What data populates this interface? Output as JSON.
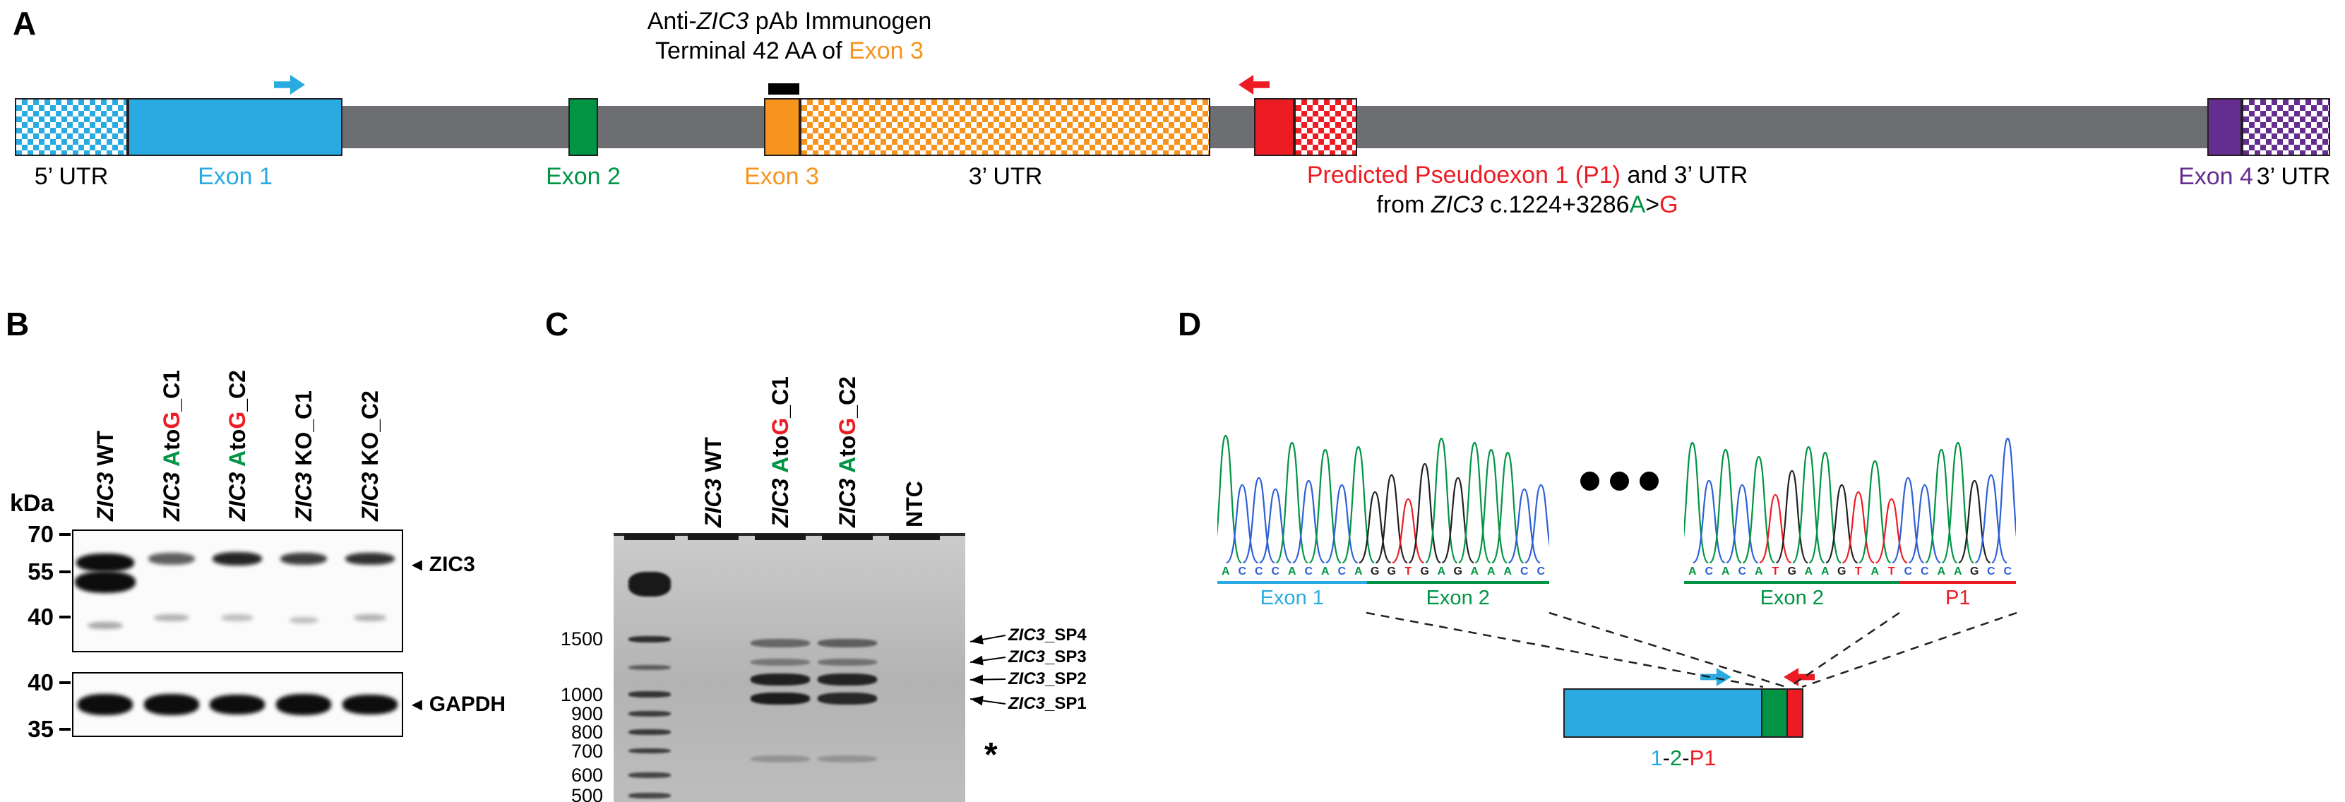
{
  "colors": {
    "blue": "#29ABE2",
    "green": "#009444",
    "orange": "#F7941E",
    "red": "#ED1C24",
    "purple": "#662D91",
    "backbone_gray": "#6D6E71",
    "base_A": "#009444",
    "base_C": "#2E5FD8",
    "base_G": "#231F20",
    "base_T": "#ED1C24"
  },
  "panelA": {
    "label": "A",
    "title_line1": [
      {
        "t": "Anti-"
      },
      {
        "t": "ZIC3",
        "i": true
      },
      {
        "t": " pAb Immunogen"
      }
    ],
    "title_line2": [
      {
        "t": "Terminal 42 AA of "
      },
      {
        "t": "Exon 3",
        "c": "#F7941E"
      }
    ],
    "boxes": {
      "utr5": "5’ UTR",
      "exon1": "Exon 1",
      "exon2": "Exon 2",
      "exon3": "Exon 3",
      "utr3": "3’ UTR",
      "exon4": "Exon 4",
      "utr3b": "3’ UTR"
    },
    "pseudo_line1": [
      {
        "t": "Predicted Pseudoexon 1 (P1)",
        "c": "#ED1C24"
      },
      {
        "t": " and 3’ UTR"
      }
    ],
    "pseudo_line2": [
      {
        "t": "from "
      },
      {
        "t": "ZIC3",
        "i": true
      },
      {
        "t": " c.1224+3286"
      },
      {
        "t": "A",
        "c": "#009444"
      },
      {
        "t": ">"
      },
      {
        "t": "G",
        "c": "#ED1C24"
      }
    ]
  },
  "panelB": {
    "label": "B",
    "kda": "kDa",
    "arrow": "◄",
    "lanes": [
      [
        {
          "t": "ZIC3",
          "i": true
        },
        {
          "t": " WT"
        }
      ],
      [
        {
          "t": "ZIC3",
          "i": true
        },
        {
          "t": " "
        },
        {
          "t": "A",
          "c": "#009444"
        },
        {
          "t": "to"
        },
        {
          "t": "G",
          "c": "#ED1C24"
        },
        {
          "t": "_C1"
        }
      ],
      [
        {
          "t": "ZIC3",
          "i": true
        },
        {
          "t": " "
        },
        {
          "t": "A",
          "c": "#009444"
        },
        {
          "t": "to"
        },
        {
          "t": "G",
          "c": "#ED1C24"
        },
        {
          "t": "_C2"
        }
      ],
      [
        {
          "t": "ZIC3",
          "i": true
        },
        {
          "t": " KO_C1"
        }
      ],
      [
        {
          "t": "ZIC3",
          "i": true
        },
        {
          "t": " KO_C2"
        }
      ]
    ],
    "blot1_markers": [
      "70",
      "55",
      "40"
    ],
    "blot2_markers": [
      "40",
      "35"
    ],
    "blot1_target": "ZIC3",
    "blot2_target": "GAPDH",
    "blot1_bands": [
      {
        "lane": 0,
        "fy": 0.27,
        "fw": 1.0,
        "fh": 0.15,
        "op": 1
      },
      {
        "lane": 0,
        "fy": 0.43,
        "fw": 1.05,
        "fh": 0.18,
        "op": 1
      },
      {
        "lane": 1,
        "fy": 0.24,
        "fw": 0.8,
        "fh": 0.1,
        "op": 0.65
      },
      {
        "lane": 2,
        "fy": 0.24,
        "fw": 0.85,
        "fh": 0.11,
        "op": 0.9
      },
      {
        "lane": 3,
        "fy": 0.24,
        "fw": 0.8,
        "fh": 0.1,
        "op": 0.8
      },
      {
        "lane": 4,
        "fy": 0.24,
        "fw": 0.85,
        "fh": 0.1,
        "op": 0.85
      },
      {
        "lane": 0,
        "fy": 0.78,
        "fw": 0.6,
        "fh": 0.06,
        "op": 0.35
      },
      {
        "lane": 1,
        "fy": 0.72,
        "fw": 0.6,
        "fh": 0.06,
        "op": 0.3
      },
      {
        "lane": 2,
        "fy": 0.72,
        "fw": 0.55,
        "fh": 0.06,
        "op": 0.25
      },
      {
        "lane": 3,
        "fy": 0.74,
        "fw": 0.5,
        "fh": 0.05,
        "op": 0.25
      },
      {
        "lane": 4,
        "fy": 0.72,
        "fw": 0.55,
        "fh": 0.06,
        "op": 0.3
      }
    ],
    "blot2_bands": [
      {
        "lane": 0,
        "fy": 0.5,
        "fw": 0.95,
        "fh": 0.32,
        "op": 1
      },
      {
        "lane": 1,
        "fy": 0.5,
        "fw": 0.95,
        "fh": 0.32,
        "op": 1
      },
      {
        "lane": 2,
        "fy": 0.5,
        "fw": 0.95,
        "fh": 0.3,
        "op": 1
      },
      {
        "lane": 3,
        "fy": 0.5,
        "fw": 0.95,
        "fh": 0.32,
        "op": 1
      },
      {
        "lane": 4,
        "fy": 0.5,
        "fw": 0.95,
        "fh": 0.3,
        "op": 1
      }
    ]
  },
  "panelC": {
    "label": "C",
    "lanes": [
      [
        {
          "t": "ZIC3",
          "i": true
        },
        {
          "t": " WT"
        }
      ],
      [
        {
          "t": "ZIC3",
          "i": true
        },
        {
          "t": " "
        },
        {
          "t": "A",
          "c": "#009444"
        },
        {
          "t": "to"
        },
        {
          "t": "G",
          "c": "#ED1C24"
        },
        {
          "t": "_C1"
        }
      ],
      [
        {
          "t": "ZIC3",
          "i": true
        },
        {
          "t": " "
        },
        {
          "t": "A",
          "c": "#009444"
        },
        {
          "t": "to"
        },
        {
          "t": "G",
          "c": "#ED1C24"
        },
        {
          "t": "_C2"
        }
      ],
      [
        {
          "t": "NTC"
        }
      ]
    ],
    "ladder_bands": [
      {
        "label": "",
        "fy": 0.19,
        "fh": 0.09,
        "op": 0.97
      },
      {
        "label": "1500",
        "fy": 0.395,
        "fh": 0.024,
        "op": 0.85
      },
      {
        "label": "",
        "fy": 0.5,
        "fh": 0.02,
        "op": 0.55
      },
      {
        "label": "1000",
        "fy": 0.6,
        "fh": 0.022,
        "op": 0.8
      },
      {
        "label": "900",
        "fy": 0.672,
        "fh": 0.02,
        "op": 0.75
      },
      {
        "label": "800",
        "fy": 0.74,
        "fh": 0.02,
        "op": 0.78
      },
      {
        "label": "700",
        "fy": 0.81,
        "fh": 0.02,
        "op": 0.75
      },
      {
        "label": "600",
        "fy": 0.9,
        "fh": 0.02,
        "op": 0.7
      },
      {
        "label": "500",
        "fy": 0.976,
        "fh": 0.02,
        "op": 0.7
      }
    ],
    "sample_bands": [
      {
        "lane": 2,
        "fy": 0.41,
        "fh": 0.032,
        "op": 0.5
      },
      {
        "lane": 2,
        "fy": 0.48,
        "fh": 0.028,
        "op": 0.38
      },
      {
        "lane": 2,
        "fy": 0.545,
        "fh": 0.045,
        "op": 0.92
      },
      {
        "lane": 2,
        "fy": 0.615,
        "fh": 0.045,
        "op": 0.95
      },
      {
        "lane": 2,
        "fy": 0.84,
        "fh": 0.028,
        "op": 0.22
      },
      {
        "lane": 3,
        "fy": 0.41,
        "fh": 0.032,
        "op": 0.55
      },
      {
        "lane": 3,
        "fy": 0.48,
        "fh": 0.028,
        "op": 0.42
      },
      {
        "lane": 3,
        "fy": 0.545,
        "fh": 0.045,
        "op": 0.9
      },
      {
        "lane": 3,
        "fy": 0.615,
        "fh": 0.045,
        "op": 0.88
      },
      {
        "lane": 3,
        "fy": 0.84,
        "fh": 0.028,
        "op": 0.22
      }
    ],
    "products": [
      [
        {
          "t": "ZIC3",
          "i": true
        },
        {
          "t": "_SP4"
        }
      ],
      [
        {
          "t": "ZIC3",
          "i": true
        },
        {
          "t": "_SP3"
        }
      ],
      [
        {
          "t": "ZIC3",
          "i": true
        },
        {
          "t": "_SP2"
        }
      ],
      [
        {
          "t": "ZIC3",
          "i": true
        },
        {
          "t": "_SP1"
        }
      ]
    ],
    "asterisk": "*"
  },
  "panelD": {
    "label": "D",
    "traces": [
      {
        "seq": "ACCCACACAGGTGAGAAACC",
        "heights": [
          0.9,
          0.55,
          0.6,
          0.52,
          0.85,
          0.58,
          0.8,
          0.55,
          0.82,
          0.5,
          0.62,
          0.45,
          0.7,
          0.88,
          0.6,
          0.85,
          0.8,
          0.78,
          0.52,
          0.55
        ],
        "regions": [
          {
            "label": "Exon 1",
            "c": "#29ABE2",
            "from": 0,
            "to": 9
          },
          {
            "label": "Exon 2",
            "c": "#009444",
            "from": 9,
            "to": 20
          }
        ]
      },
      {
        "seq": "ACACATGAAGTATCCAAGCC",
        "heights": [
          0.85,
          0.58,
          0.8,
          0.55,
          0.75,
          0.48,
          0.65,
          0.82,
          0.78,
          0.55,
          0.5,
          0.72,
          0.45,
          0.6,
          0.55,
          0.8,
          0.85,
          0.58,
          0.62,
          0.88
        ],
        "regions": [
          {
            "label": "Exon 2",
            "c": "#009444",
            "from": 0,
            "to": 13
          },
          {
            "label": "P1",
            "c": "#ED1C24",
            "from": 13,
            "to": 20
          }
        ]
      }
    ],
    "schematic_label": [
      {
        "t": "1",
        "c": "#29ABE2"
      },
      {
        "t": "-"
      },
      {
        "t": "2",
        "c": "#009444"
      },
      {
        "t": "-"
      },
      {
        "t": "P1",
        "c": "#ED1C24"
      }
    ]
  }
}
